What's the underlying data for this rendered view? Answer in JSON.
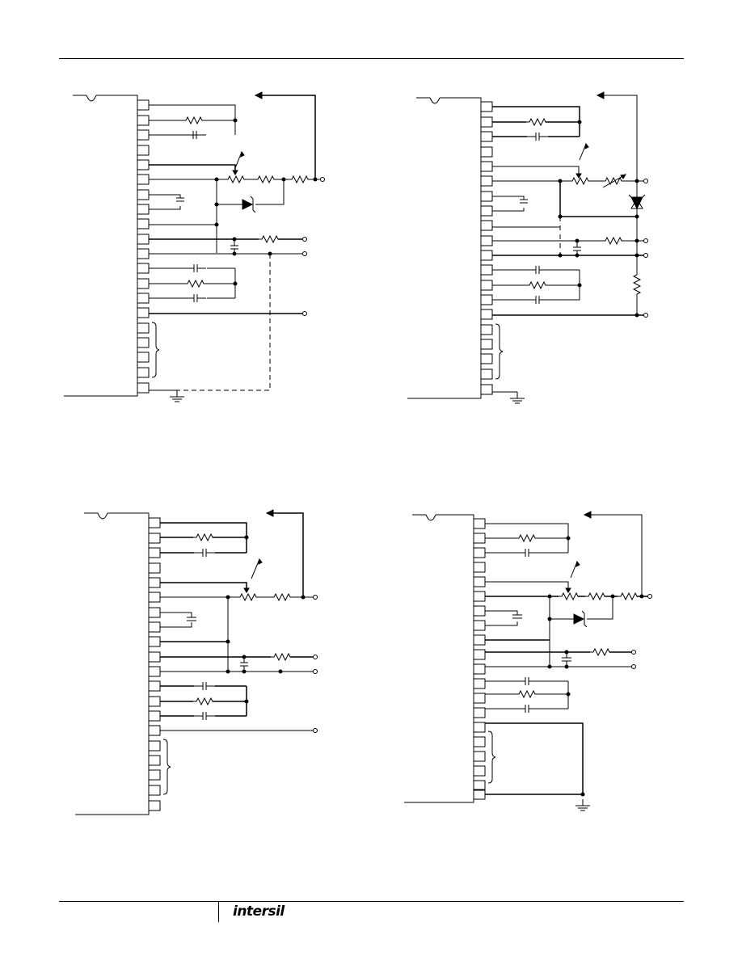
{
  "footer": {
    "logo_text": "intersil"
  },
  "colors": {
    "ink": "#000000",
    "paper": "#ffffff"
  },
  "diagrams": [
    {
      "id": "top-left"
    },
    {
      "id": "top-right"
    },
    {
      "id": "bottom-left"
    },
    {
      "id": "bottom-right"
    }
  ]
}
